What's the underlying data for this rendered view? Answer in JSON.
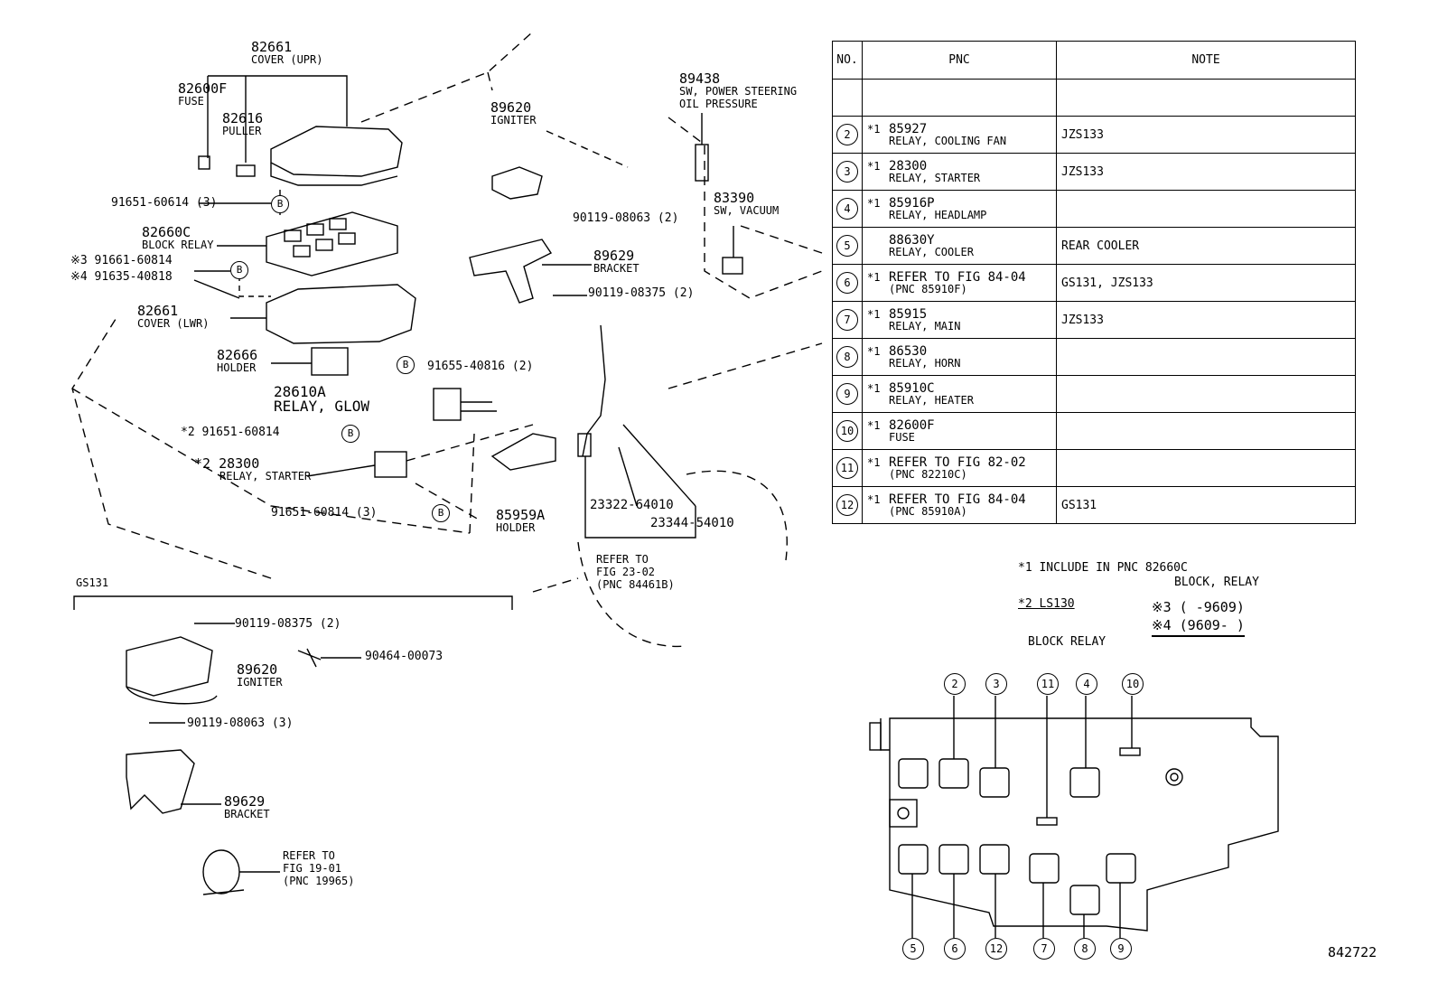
{
  "table": {
    "headers": {
      "no": "NO.",
      "pnc": "PNC",
      "note": "NOTE"
    },
    "rows": [
      {
        "no": "",
        "prefix": "",
        "pnc": "",
        "name": "",
        "note": ""
      },
      {
        "no": "2",
        "prefix": "*1",
        "pnc": "85927",
        "name": "RELAY, COOLING FAN",
        "note": "JZS133"
      },
      {
        "no": "3",
        "prefix": "*1",
        "pnc": "28300",
        "name": "RELAY, STARTER",
        "note": "JZS133"
      },
      {
        "no": "4",
        "prefix": "*1",
        "pnc": "85916P",
        "name": "RELAY, HEADLAMP",
        "note": ""
      },
      {
        "no": "5",
        "prefix": "",
        "pnc": "88630Y",
        "name": "RELAY, COOLER",
        "note": "REAR COOLER"
      },
      {
        "no": "6",
        "prefix": "*1",
        "pnc": "REFER TO FIG 84-04",
        "name": "(PNC 85910F)",
        "note": "GS131, JZS133"
      },
      {
        "no": "7",
        "prefix": "*1",
        "pnc": "85915",
        "name": "RELAY, MAIN",
        "note": "JZS133"
      },
      {
        "no": "8",
        "prefix": "*1",
        "pnc": "86530",
        "name": "RELAY, HORN",
        "note": ""
      },
      {
        "no": "9",
        "prefix": "*1",
        "pnc": "85910C",
        "name": "RELAY, HEATER",
        "note": ""
      },
      {
        "no": "10",
        "prefix": "*1",
        "pnc": "82600F",
        "name": "FUSE",
        "note": ""
      },
      {
        "no": "11",
        "prefix": "*1",
        "pnc": "REFER TO FIG 82-02",
        "name": "(PNC 82210C)",
        "note": ""
      },
      {
        "no": "12",
        "prefix": "*1",
        "pnc": "REFER TO FIG 84-04",
        "name": "(PNC 85910A)",
        "note": "GS131"
      }
    ]
  },
  "notes": {
    "n1a": "*1 INCLUDE IN PNC 82660C",
    "n1b": "BLOCK, RELAY",
    "n2": "*2 LS130",
    "n3": "※3 (      -9609)",
    "n4": "※4 (9609-       )",
    "block_title": "BLOCK RELAY"
  },
  "labels": {
    "cover_upr_pn": "82661",
    "cover_upr_nm": "COVER (UPR)",
    "fuse_pn": "82600F",
    "fuse_nm": "FUSE",
    "puller_pn": "82616",
    "puller_nm": "PULLER",
    "bolt1": "91651-60614 (3)",
    "block_relay_pn": "82660C",
    "block_relay_nm": "BLOCK RELAY",
    "bolt2": "※3 91661-60814",
    "bolt3": "※4 91635-40818",
    "cover_lwr_pn": "82661",
    "cover_lwr_nm": "COVER (LWR)",
    "holder_pn": "82666",
    "holder_nm": "HOLDER",
    "glow_pn": "28610A",
    "glow_nm": "RELAY, GLOW",
    "bolt4": "*2 91651-60814",
    "starter_pn": "*2 28300",
    "starter_nm": "RELAY, STARTER",
    "bolt5": "91651-60814 (3)",
    "bolt6": "91655-40816 (2)",
    "holder2_pn": "85959A",
    "holder2_nm": "HOLDER",
    "igniter_pn": "89620",
    "igniter_nm": "IGNITER",
    "screw1": "90119-08063 (2)",
    "bracket_pn": "89629",
    "bracket_nm": "BRACKET",
    "screw2": "90119-08375 (2)",
    "sw_ps_pn": "89438",
    "sw_ps_nm1": "SW, POWER STEERING",
    "sw_ps_nm2": "OIL PRESSURE",
    "sw_vac_pn": "83390",
    "sw_vac_nm": "SW, VACUUM",
    "p23322": "23322-64010",
    "p23344": "23344-54010",
    "ref2302_a": "REFER TO",
    "ref2302_b": "FIG 23-02",
    "ref2302_c": "(PNC 84461B)",
    "gs131": "GS131",
    "g_screw1": "90119-08375 (2)",
    "g_clip": "90464-00073",
    "g_igniter_pn": "89620",
    "g_igniter_nm": "IGNITER",
    "g_screw2": "90119-08063 (3)",
    "g_bracket_pn": "89629",
    "g_bracket_nm": "BRACKET",
    "ref1901_a": "REFER TO",
    "ref1901_b": "FIG 19-01",
    "ref1901_c": "(PNC 19965)",
    "mark_b": "B",
    "figno": "842722"
  },
  "block_positions": {
    "top": [
      "2",
      "3",
      "11",
      "4",
      "10"
    ],
    "bottom": [
      "5",
      "6",
      "12",
      "7",
      "8",
      "9"
    ]
  }
}
